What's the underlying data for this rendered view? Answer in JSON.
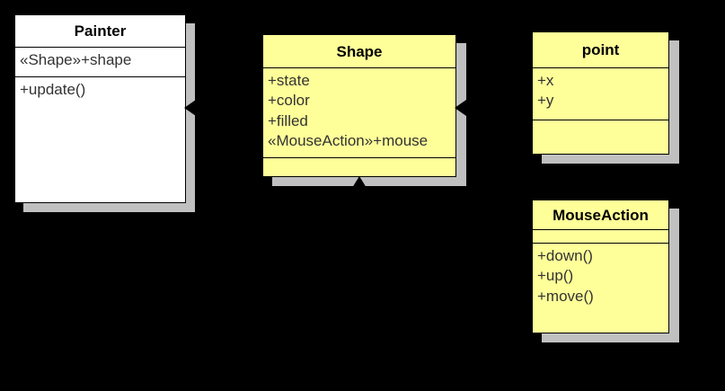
{
  "diagram": {
    "type": "uml-class-diagram",
    "background_color": "#000000",
    "shadow_color": "#C0C0C0",
    "border_color": "#000000"
  },
  "classes": [
    {
      "id": "painter",
      "name": "Painter",
      "fill": "#FFFFFF",
      "attributes": [
        "«Shape»+shape"
      ],
      "methods": [
        "+update()"
      ]
    },
    {
      "id": "shape",
      "name": "Shape",
      "fill": "#FFFF99",
      "attributes": [
        "+state",
        "+color",
        "+filled",
        "«MouseAction»+mouse"
      ],
      "methods": []
    },
    {
      "id": "point",
      "name": "point",
      "fill": "#FFFF99",
      "attributes": [
        "+x",
        "+y"
      ],
      "methods": []
    },
    {
      "id": "mouseaction",
      "name": "MouseAction",
      "fill": "#FFFF99",
      "attributes": [],
      "methods": [
        "+down()",
        "+up()",
        "+move()"
      ]
    }
  ],
  "connectors": [
    {
      "id": "painter-to-shape",
      "kind": "association-arrow",
      "arrow": "left",
      "from": "shape",
      "to": "painter"
    },
    {
      "id": "shape-to-point",
      "kind": "association-arrow",
      "arrow": "left",
      "from": "point",
      "to": "shape"
    },
    {
      "id": "shape-generalization",
      "kind": "generalization-arrow",
      "arrow": "up",
      "to": "shape"
    }
  ]
}
